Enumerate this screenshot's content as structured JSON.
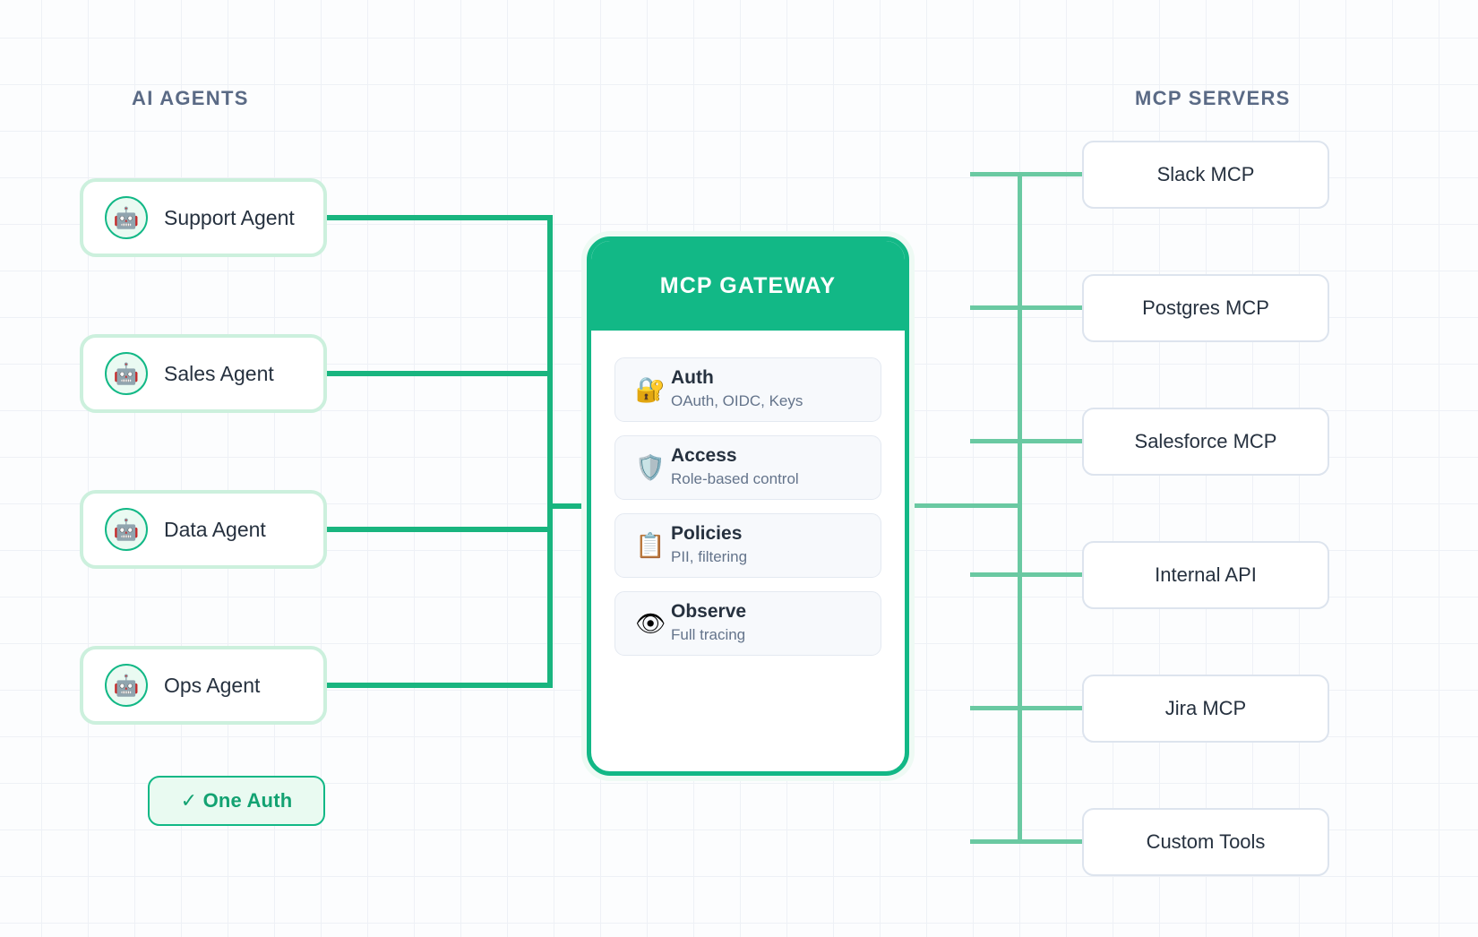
{
  "columns": {
    "agents_heading": "AI AGENTS",
    "servers_heading": "MCP SERVERS"
  },
  "agents": {
    "icon": "robot-emoji",
    "items": [
      {
        "label": "Support Agent",
        "icon": "🤖"
      },
      {
        "label": "Sales Agent",
        "icon": "🤖"
      },
      {
        "label": "Data Agent",
        "icon": "🤖"
      },
      {
        "label": "Ops Agent",
        "icon": "🤖"
      }
    ],
    "badge": "✓ One Auth"
  },
  "gateway": {
    "title": "MCP GATEWAY",
    "features": [
      {
        "icon": "🔐",
        "icon_name": "lock-key-icon",
        "title": "Auth",
        "subtitle": "OAuth, OIDC, Keys"
      },
      {
        "icon": "🛡️",
        "icon_name": "shield-icon",
        "title": "Access",
        "subtitle": "Role-based control"
      },
      {
        "icon": "📋",
        "icon_name": "clipboard-icon",
        "title": "Policies",
        "subtitle": "PII, filtering"
      },
      {
        "icon": "👁",
        "icon_name": "eye-icon",
        "title": "Observe",
        "subtitle": "Full tracing"
      }
    ]
  },
  "servers": {
    "items": [
      {
        "label": "Slack MCP"
      },
      {
        "label": "Postgres MCP"
      },
      {
        "label": "Salesforce MCP"
      },
      {
        "label": "Internal API"
      },
      {
        "label": "Jira MCP"
      },
      {
        "label": "Custom Tools"
      }
    ]
  },
  "colors": {
    "accent_green": "#12b886",
    "wire_left": "#19b57f",
    "wire_right": "#6ac9a2",
    "agent_border": "#ccf0dd",
    "server_border": "#dde4ee",
    "heading_text": "#5a6a85",
    "body_text": "#26313f",
    "sub_text": "#64748b",
    "feature_bg": "#f7f9fc",
    "canvas_bg": "#fcfdfe",
    "grid_line": "#eef1f6"
  }
}
